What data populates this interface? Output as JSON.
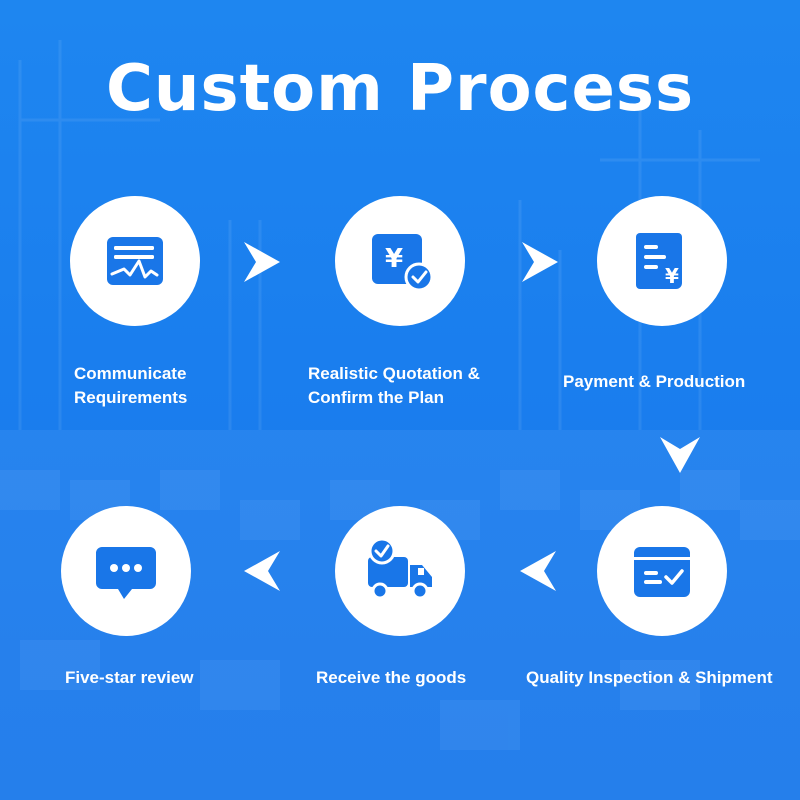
{
  "title": "Custom Process",
  "colors": {
    "background": "#1a7eee",
    "icon": "#1976e8",
    "circle": "#ffffff",
    "text": "#ffffff"
  },
  "steps": [
    {
      "label_lines": [
        "Communicate",
        "Requirements"
      ],
      "icon": "document-chart-icon"
    },
    {
      "label_lines": [
        "Realistic Quotation &",
        "Confirm the Plan"
      ],
      "icon": "yen-check-icon"
    },
    {
      "label_lines": [
        "Payment & Production"
      ],
      "icon": "invoice-yen-icon"
    },
    {
      "label_lines": [
        "Quality Inspection & Shipment"
      ],
      "icon": "box-check-icon"
    },
    {
      "label_lines": [
        "Receive the goods"
      ],
      "icon": "delivery-truck-icon"
    },
    {
      "label_lines": [
        "Five-star review"
      ],
      "icon": "chat-bubble-icon"
    }
  ]
}
